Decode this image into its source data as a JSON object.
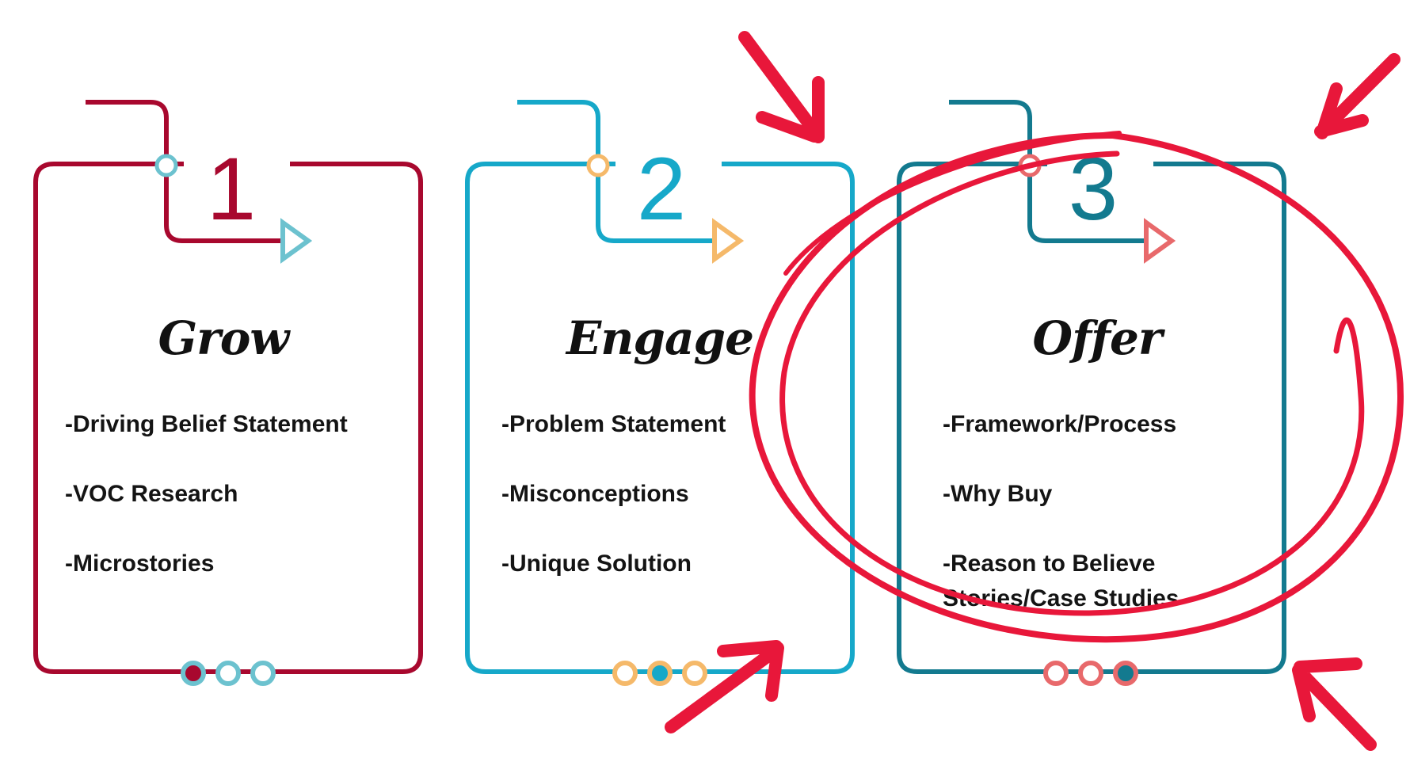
{
  "colors": {
    "card_1": "#a8082e",
    "card_2": "#16a8c9",
    "card_3": "#137a8f",
    "teal_light": "#6cc2cf",
    "orange": "#f5b96a",
    "salmon": "#e8696b",
    "annotation": "#e8173a"
  },
  "cards": [
    {
      "number": "1",
      "title": "Grow",
      "items": [
        "-Driving Belief Statement",
        "-VOC Research",
        "-Microstories"
      ]
    },
    {
      "number": "2",
      "title": "Engage",
      "items": [
        "-Problem Statement",
        "-Misconceptions",
        "-Unique Solution"
      ]
    },
    {
      "number": "3",
      "title": "Offer",
      "items": [
        "-Framework/Process",
        "-Why Buy",
        "-Reason to Believe",
        "Stories/Case Studies"
      ]
    }
  ],
  "annotations": {
    "circled_card": "3",
    "arrow_count": 4
  }
}
